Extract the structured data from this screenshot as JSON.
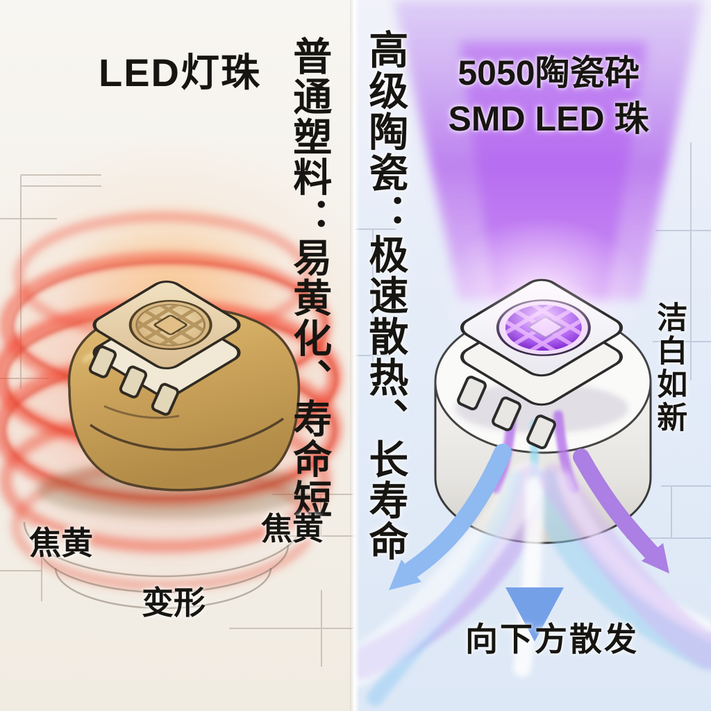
{
  "left": {
    "title": "LED灯珠",
    "vertical_caption": "普通塑料：易黄化、寿命短",
    "labels": {
      "scorch_left": "焦黄",
      "scorch_right": "焦黄",
      "deform": "变形"
    },
    "colors": {
      "background": "#f4f0e9",
      "heat_ring_red": "#f04b38",
      "bead_yellowed": "#c9a45c",
      "text": "#171511"
    }
  },
  "right": {
    "title_line1": "5050陶瓷砕",
    "title_line2": "SMD LED 珠",
    "vertical_caption": "高级陶瓷：极速散热、长寿命",
    "labels": {
      "clean": "洁白如新",
      "downward": "向下方散发"
    },
    "colors": {
      "background": "#e2eaf7",
      "beam_purple": "#b16ee9",
      "lens_purple": "#9b3cf0",
      "arrow_blue": "#7aa5ec",
      "arrow_purple": "#ab7fe3",
      "stream_cyan": "#8fd9f2",
      "text": "#171511"
    }
  },
  "graphics": {
    "heat_rings_icon": "red-heat-rings",
    "aged_led_icon": "yellowed-smd-led-bead",
    "ceramic_led_icon": "ceramic-smd-led-bead",
    "light_beam_icon": "purple-light-beam",
    "down_arrows_icon": "three-downward-arrows"
  }
}
